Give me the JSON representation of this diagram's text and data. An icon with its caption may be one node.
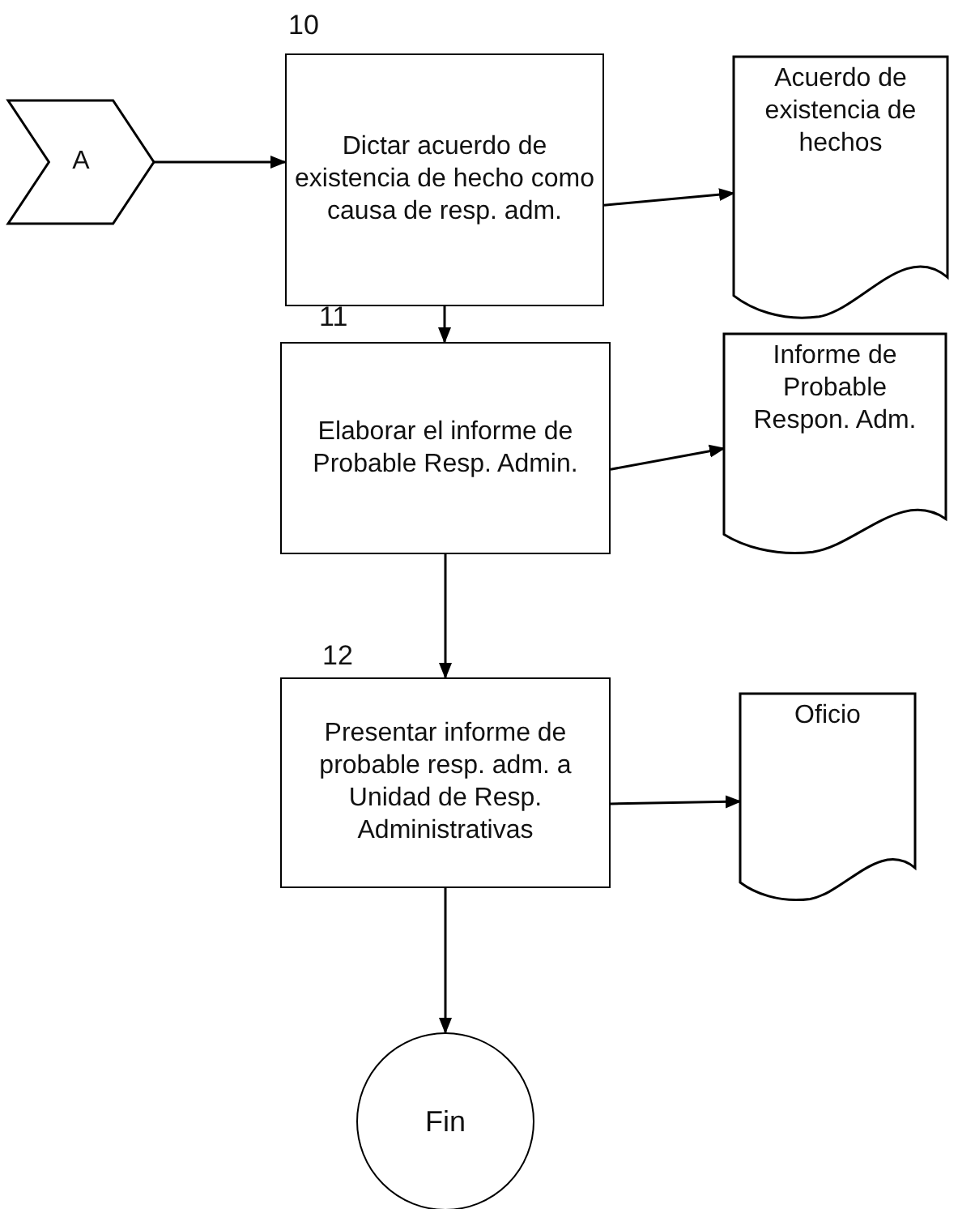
{
  "diagram": {
    "nodes": [
      {
        "text": [
          "A"
        ]
      },
      {
        "text": [
          "Dictar acuerdo de existencia de hecho como causa de resp. adm."
        ],
        "beside": [
          "10"
        ]
      },
      {
        "text": [
          "Acuerdo de existencia de hechos"
        ]
      },
      {
        "text": [
          "Elaborar el informe de Probable Resp. Admin."
        ],
        "beside": [
          "11"
        ]
      },
      {
        "text": [
          "Informe de Probable Respon. Adm."
        ]
      },
      {
        "text": [
          "Presentar informe de probable resp. adm. a Unidad de Resp. Administrativas"
        ],
        "beside": [
          "12"
        ]
      },
      {
        "text": [
          "Oficio"
        ]
      },
      {
        "text": [
          "Fin"
        ]
      }
    ],
    "edges": [
      {
        "from": 0,
        "to": 1,
        "arrow": "to"
      },
      {
        "from": 1,
        "to": 2,
        "arrow": "to"
      },
      {
        "from": 1,
        "to": 3,
        "arrow": "to"
      },
      {
        "from": 3,
        "to": 4,
        "arrow": "to"
      },
      {
        "from": 3,
        "to": 5,
        "arrow": "to"
      },
      {
        "from": 5,
        "to": 6,
        "arrow": "to"
      },
      {
        "from": 5,
        "to": 7,
        "arrow": "to"
      }
    ]
  }
}
